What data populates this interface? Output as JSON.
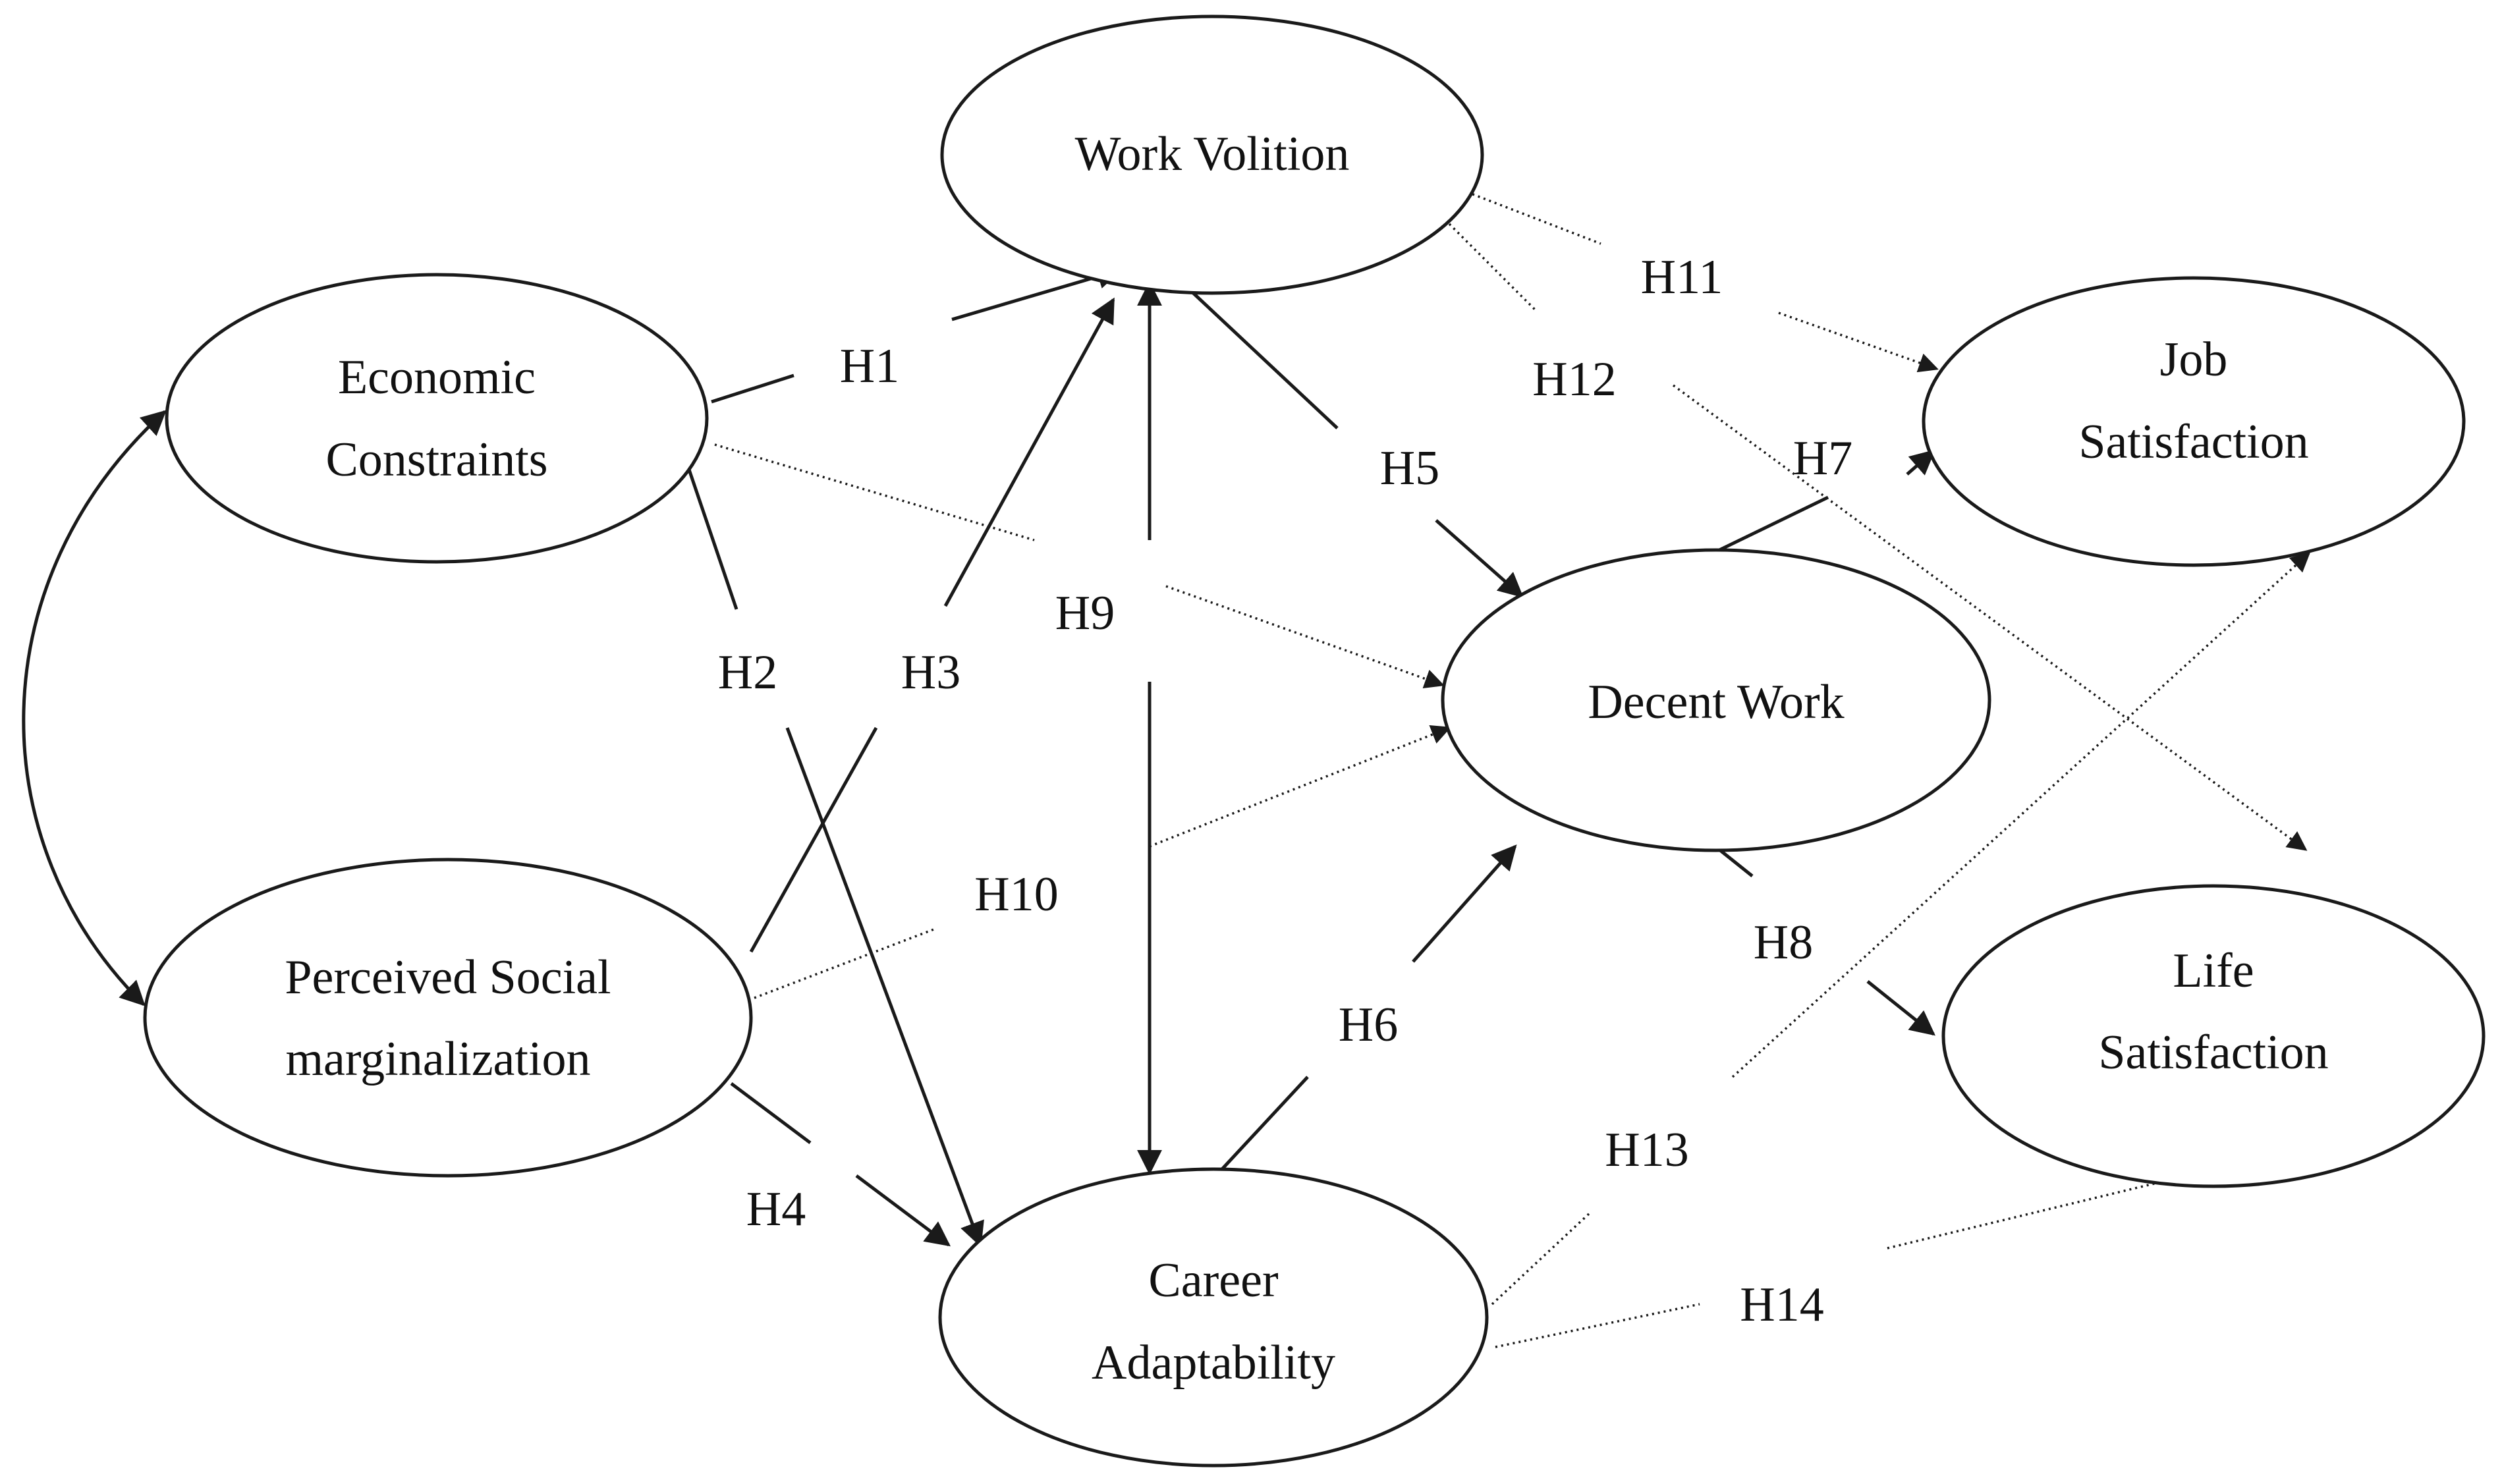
{
  "nodes": {
    "work_volition": [
      "Work Volition"
    ],
    "economic_constraints": [
      "Economic",
      "Constraints"
    ],
    "perceived_social_marginalization": [
      "Perceived Social",
      "marginalization"
    ],
    "career_adaptability": [
      "Career",
      "Adaptability"
    ],
    "decent_work": [
      "Decent Work"
    ],
    "job_satisfaction": [
      "Job",
      "Satisfaction"
    ],
    "life_satisfaction": [
      "Life",
      "Satisfaction"
    ]
  },
  "hypotheses": {
    "h1": "H1",
    "h2": "H2",
    "h3": "H3",
    "h4": "H4",
    "h5": "H5",
    "h6": "H6",
    "h7": "H7",
    "h8": "H8",
    "h9": "H9",
    "h10": "H10",
    "h11": "H11",
    "h12": "H12",
    "h13": "H13",
    "h14": "H14"
  },
  "colors": {
    "stroke": "#1a1a1a",
    "text": "#111111",
    "background": "#ffffff"
  }
}
